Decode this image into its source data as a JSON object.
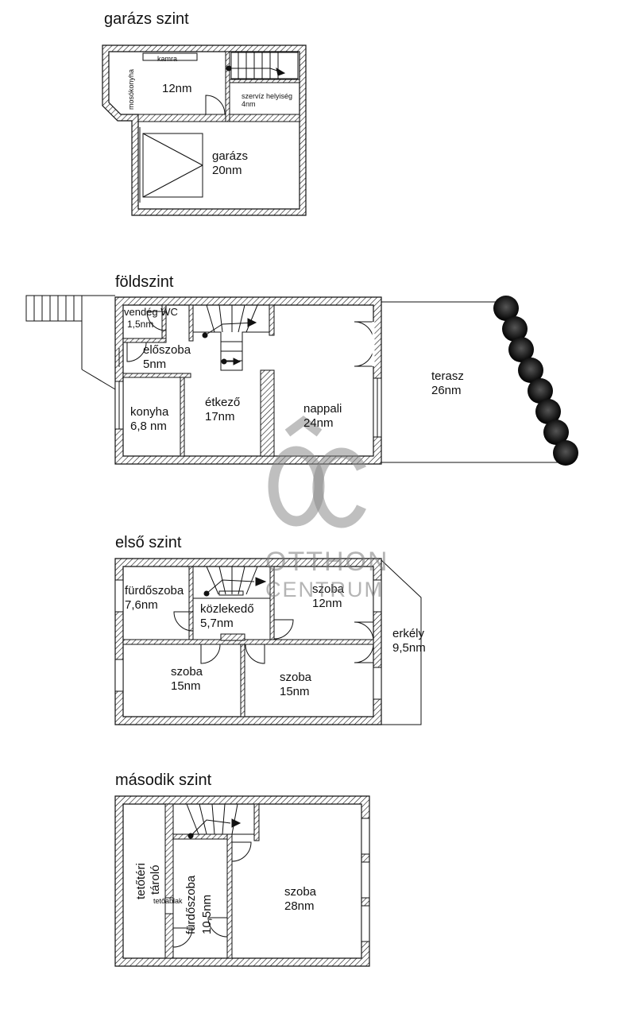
{
  "levels": {
    "garage": {
      "title": "garázs szint",
      "rooms": {
        "kamra": "kamra",
        "moso": "mosókonyha",
        "moso_area": "12nm",
        "szerviz": "szervíz helyiség",
        "szerviz_area": "4nm",
        "garazs": "garázs",
        "garazs_area": "20nm"
      }
    },
    "ground": {
      "title": "földszint",
      "rooms": {
        "wc": "vendég WC",
        "wc_area": "1,5nm",
        "eloszoba": "előszoba",
        "eloszoba_area": "5nm",
        "konyha": "konyha",
        "konyha_area": "6,8 nm",
        "etkezo": "étkező",
        "etkezo_area": "17nm",
        "nappali": "nappali",
        "nappali_area": "24nm",
        "terasz": "terasz",
        "terasz_area": "26nm"
      }
    },
    "first": {
      "title": "első szint",
      "rooms": {
        "furdo": "fürdőszoba",
        "furdo_area": "7,6nm",
        "kozlekedo": "közlekedő",
        "kozlekedo_area": "5,7nm",
        "szoba1": "szoba",
        "szoba1_area": "12nm",
        "erkely": "erkély",
        "erkely_area": "9,5nm",
        "szoba2": "szoba",
        "szoba2_area": "15nm",
        "szoba3": "szoba",
        "szoba3_area": "15nm"
      }
    },
    "second": {
      "title": "második szint",
      "rooms": {
        "tarolo1": "tetőtéri",
        "tarolo2": "tároló",
        "tetoablak": "tetőablak",
        "furdo": "fürdőszoba",
        "furdo_area": "10,5nm",
        "szoba": "szoba",
        "szoba_area": "28nm"
      }
    }
  },
  "watermark": {
    "logo": "ÔC",
    "line1": "OTTHON",
    "line2": "CENTRUM"
  },
  "colors": {
    "wall": "#111111",
    "watermark": "#8a8a8a"
  }
}
